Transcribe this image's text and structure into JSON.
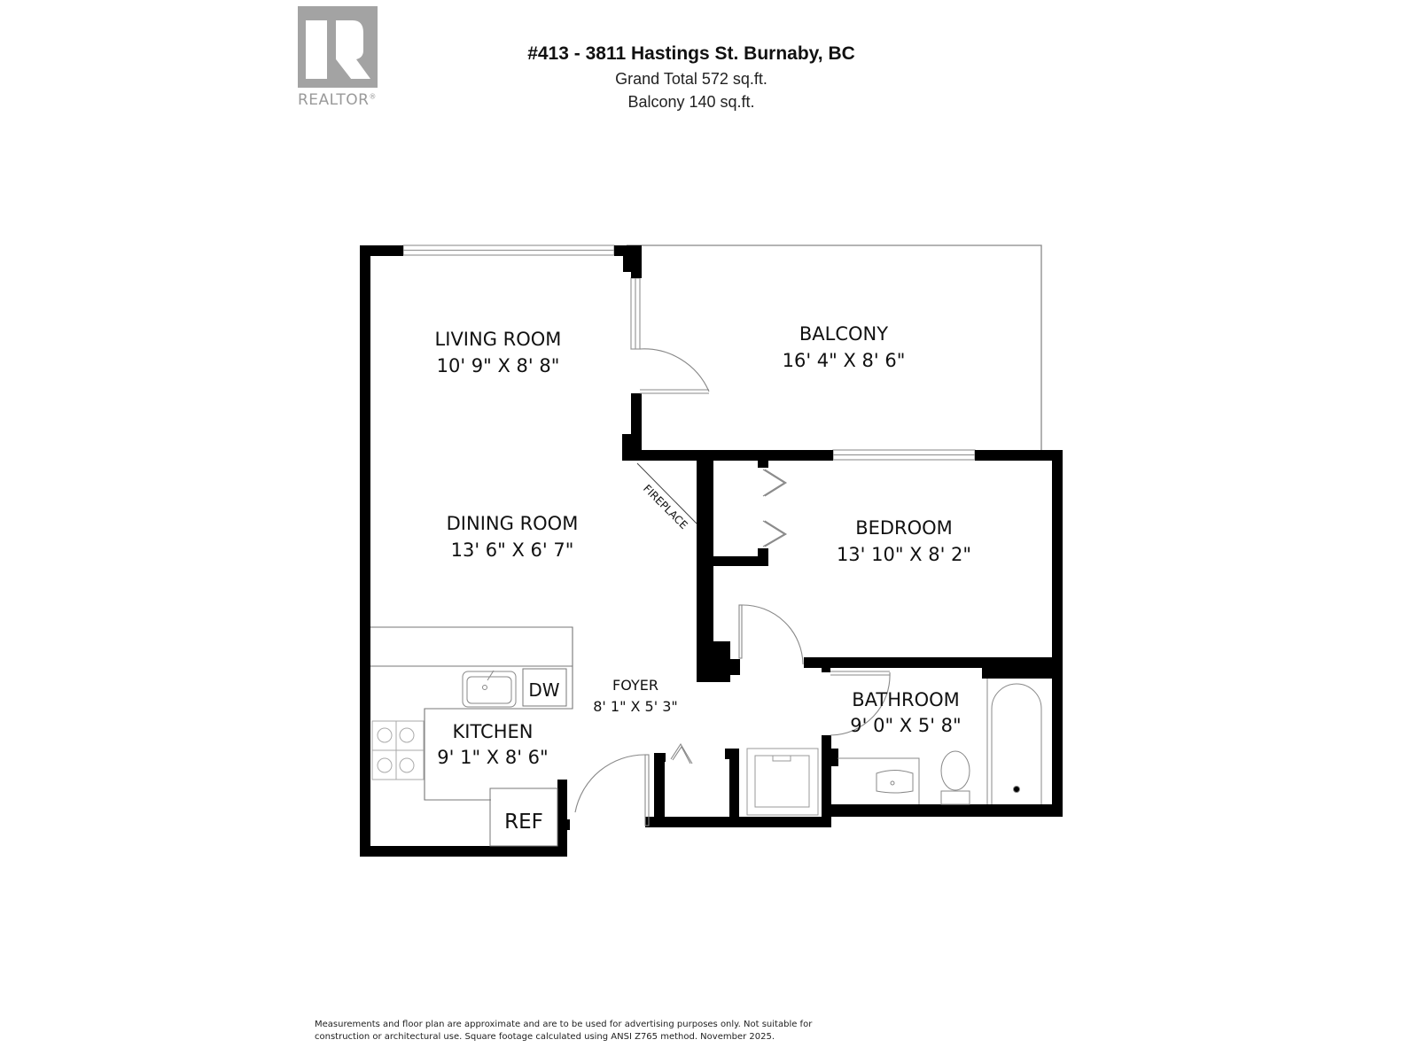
{
  "logo": {
    "text": "REALTOR",
    "mark": "®",
    "color": "#a3a3a3"
  },
  "header": {
    "title": "#413 - 3811 Hastings St. Burnaby, BC",
    "grand_total": "Grand Total  572 sq.ft.",
    "balcony_total": "Balcony 140 sq.ft."
  },
  "rooms": {
    "living": {
      "name": "LIVING ROOM",
      "dims": "10' 9\" X 8' 8\""
    },
    "balcony": {
      "name": "BALCONY",
      "dims": "16' 4\" X 8' 6\""
    },
    "dining": {
      "name": "DINING ROOM",
      "dims": "13' 6\" X 6' 7\""
    },
    "bedroom": {
      "name": "BEDROOM",
      "dims": "13' 10\" X 8' 2\""
    },
    "foyer": {
      "name": "FOYER",
      "dims": "8' 1\" X 5' 3\""
    },
    "kitchen": {
      "name": "KITCHEN",
      "dims": "9' 1\" X 8' 6\""
    },
    "bathroom": {
      "name": "BATHROOM",
      "dims": "9' 0\" X 5' 8\""
    }
  },
  "fixtures": {
    "fireplace": "FIREPLACE",
    "dishwasher": "DW",
    "refrigerator": "REF"
  },
  "footer": {
    "disclaimer": "Measurements and floor plan are approximate and are to be used for advertising purposes only. Not suitable for construction or architectural use. Square footage calculated using ANSI Z765 method. November 2025."
  },
  "colors": {
    "wall": "#000000",
    "line": "#888888",
    "background": "#ffffff"
  }
}
